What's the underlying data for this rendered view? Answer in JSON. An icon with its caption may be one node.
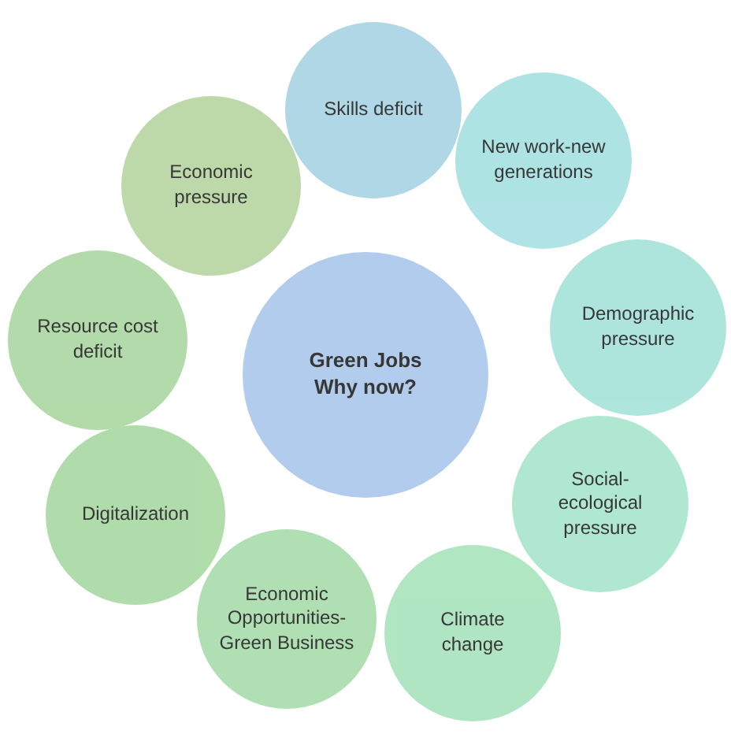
{
  "diagram": {
    "nodes": [
      {
        "text": [
          "Green Jobs Why now?"
        ]
      },
      {
        "text": [
          "Skills deficit"
        ]
      },
      {
        "text": [
          "New work-new generations"
        ]
      },
      {
        "text": [
          "Demographic pressure"
        ]
      },
      {
        "text": [
          "Social-ecological pressure"
        ]
      },
      {
        "text": [
          "Climate change"
        ]
      },
      {
        "text": [
          "Economic Opportunities-Green Business"
        ]
      },
      {
        "text": [
          "Digitalization"
        ]
      },
      {
        "text": [
          "Resource cost deficit"
        ]
      },
      {
        "text": [
          "Economic pressure"
        ]
      }
    ]
  }
}
